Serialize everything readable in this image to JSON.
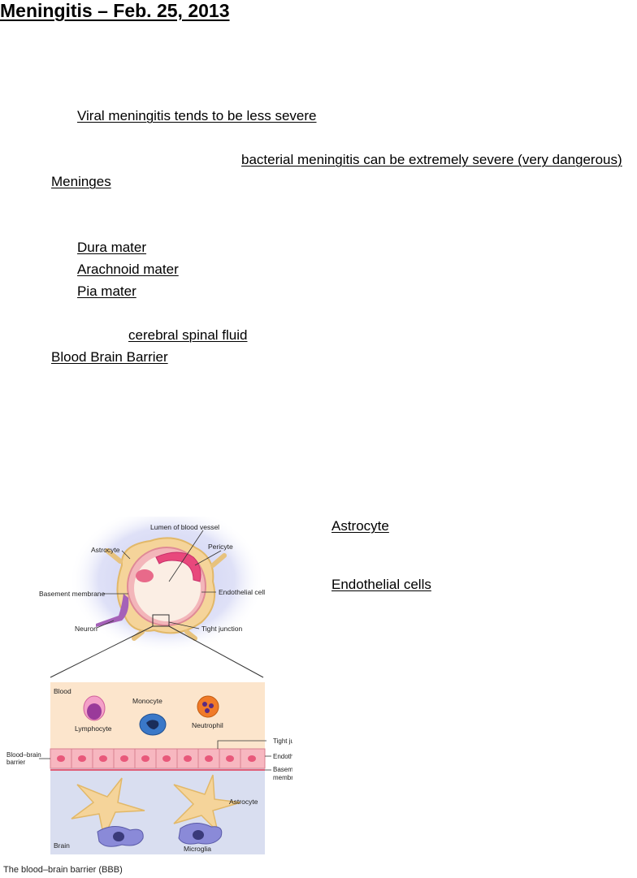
{
  "title": "Meningitis – Feb. 25, 2013",
  "notes": {
    "viral": "Viral meningitis tends to be less severe",
    "bacterial": "bacterial meningitis can be extremely severe (very dangerous)",
    "meninges": "Meninges",
    "dura": "Dura mater",
    "arachnoid": "Arachnoid mater",
    "pia": "Pia mater",
    "csf": "cerebral spinal fluid",
    "bbb": "Blood Brain Barrier",
    "astrocyte": "Astrocyte",
    "endothelial": "Endothelial cells"
  },
  "figure": {
    "top": {
      "lumen": "Lumen of blood vessel",
      "astrocyte": "Astrocyte",
      "pericyte": "Pericyte",
      "basement": "Basement membrane",
      "endothelial": "Endothelial cell",
      "neuron": "Neuron",
      "tight": "Tight junction"
    },
    "bottom": {
      "blood": "Blood",
      "monocyte": "Monocyte",
      "lymphocyte": "Lymphocyte",
      "neutrophil": "Neutrophil",
      "tight": "Tight junction",
      "bbb_line1": "Blood–brain",
      "bbb_line2": "barrier",
      "endothelial": "Endothelial cell",
      "basement_line1": "Basement",
      "basement_line2": "membrane",
      "astrocyte": "Astrocyte",
      "brain": "Brain",
      "microglia": "Microglia"
    },
    "caption": "The blood–brain barrier (BBB)"
  }
}
